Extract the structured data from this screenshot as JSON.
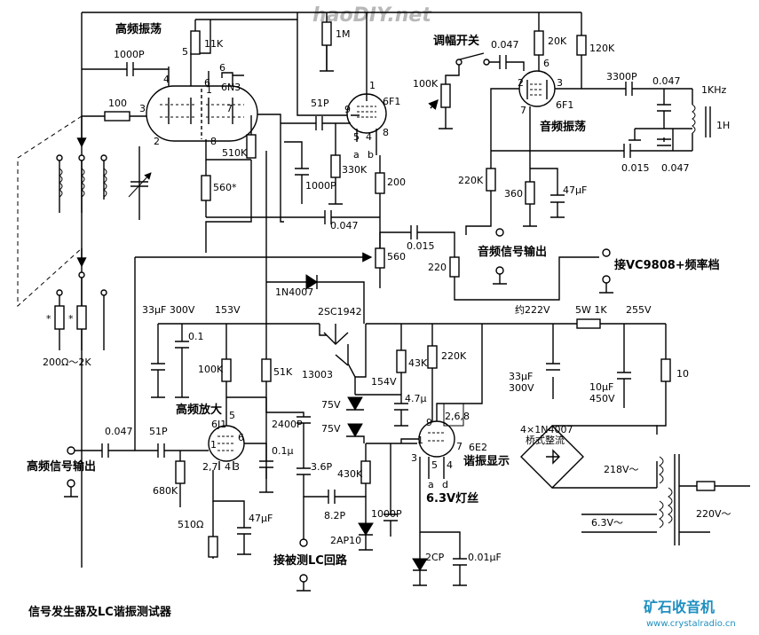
{
  "watermark": "haoDIY.net",
  "title": "信号发生器及LC谐振测试器",
  "logo": {
    "name": "矿石收音机",
    "url": "www.crystalradio.cn"
  },
  "sections": {
    "rf_osc": "高频振荡",
    "af_osc": "音频振荡",
    "rf_amp": "高频放大",
    "tuning_display": "谐振显示",
    "rectifier": "桥式整流",
    "am_switch": "调幅开关"
  },
  "tubes": {
    "v1": "6N3",
    "v2": "6F1",
    "v3": "6F1",
    "v4": "6J1",
    "v5": "6E2"
  },
  "transistors": {
    "q1": "2SC1942",
    "q2": "13003"
  },
  "diodes": {
    "d1": "1N4007",
    "bridge": "4×1N4007",
    "z1": "75V",
    "z2": "75V",
    "d2": "2AP10",
    "d3": "2CP"
  },
  "resistors": {
    "r_11k": "11K",
    "r_1m": "1M",
    "r_100": "100",
    "r_510k": "510K",
    "r_560s": "560*",
    "r_330k": "330K",
    "r_200": "200",
    "r_560": "560",
    "r_220": "220",
    "r_100k_a": "100K",
    "r_20k": "20K",
    "r_120k": "120K",
    "r_220k_a": "220K",
    "r_360": "360",
    "r_100k_b": "100K",
    "r_51k": "51K",
    "r_680k": "680K",
    "r_510": "510Ω",
    "r_43k": "43K",
    "r_220k_b": "220K",
    "r_430k": "430K",
    "r_5w1k": "5W 1K",
    "r_10": "10",
    "range": "200Ω～2K",
    "star": "*"
  },
  "capacitors": {
    "c_1000p_a": "1000P",
    "c_51p_a": "51P",
    "c_1000p_b": "1000P",
    "c_0047_a": "0.047",
    "c_0015_a": "0.015",
    "c_0047_b": "0.047",
    "c_3300p": "3300P",
    "c_0047_c": "0.047",
    "c_0015_b": "0.015",
    "c_0047_d": "0.047",
    "c_47uf_a": "47μF",
    "c_33uf_a": "33μF 300V",
    "c_01": "0.1",
    "c_0047_e": "0.047",
    "c_51p_b": "51P",
    "c_2400p": "2400P",
    "c_01uf": "0.1μ",
    "c_36p": "3.6P",
    "c_82p": "8.2P",
    "c_47u_b": "4.7μ",
    "c_1000p_c": "1000P",
    "c_001uf": "0.01μF",
    "c_47uf_c": "47μF",
    "c_33uf_b": "33μF",
    "c_33uf_b_v": "300V",
    "c_10uf": "10μF",
    "c_10uf_v": "450V"
  },
  "voltages": {
    "v153": "153V",
    "v222": "约222V",
    "v255": "255V",
    "v154": "154V",
    "v218": "218V～",
    "v63": "6.3V～",
    "v220": "220V～",
    "heater": "6.3V灯丝"
  },
  "terminals": {
    "af_out": "音频信号输出",
    "freq_meter": "接VC9808+频率档",
    "rf_out": "高频信号输出",
    "lc_test": "接被测LC回路"
  },
  "inductor": {
    "value": "1H",
    "freq": "1KHz"
  },
  "pins": {
    "v1_1": "1",
    "v1_2": "2",
    "v1_3": "3",
    "v1_4": "4",
    "v1_5": "5",
    "v1_6": "6",
    "v1_7": "7",
    "v1_8": "8",
    "v2_1": "1",
    "v2_9": "9",
    "v2_8": "8",
    "v2_5": "5",
    "v2_4": "4",
    "v2_a": "a",
    "v2_b": "b",
    "v3_2": "2",
    "v3_3": "3",
    "v3_6": "6",
    "v3_7": "7",
    "v4_5": "5",
    "v4_6": "6",
    "v4_1": "1",
    "v4_27": "2,7",
    "v4_4": "4",
    "v4_3": "3",
    "v5_9": "9",
    "v5_268": "2,6,8",
    "v5_1": "1",
    "v5_7": "7",
    "v5_3": "3",
    "v5_5": "5",
    "v5_4": "4",
    "v5_a": "a",
    "v5_d": "d"
  }
}
